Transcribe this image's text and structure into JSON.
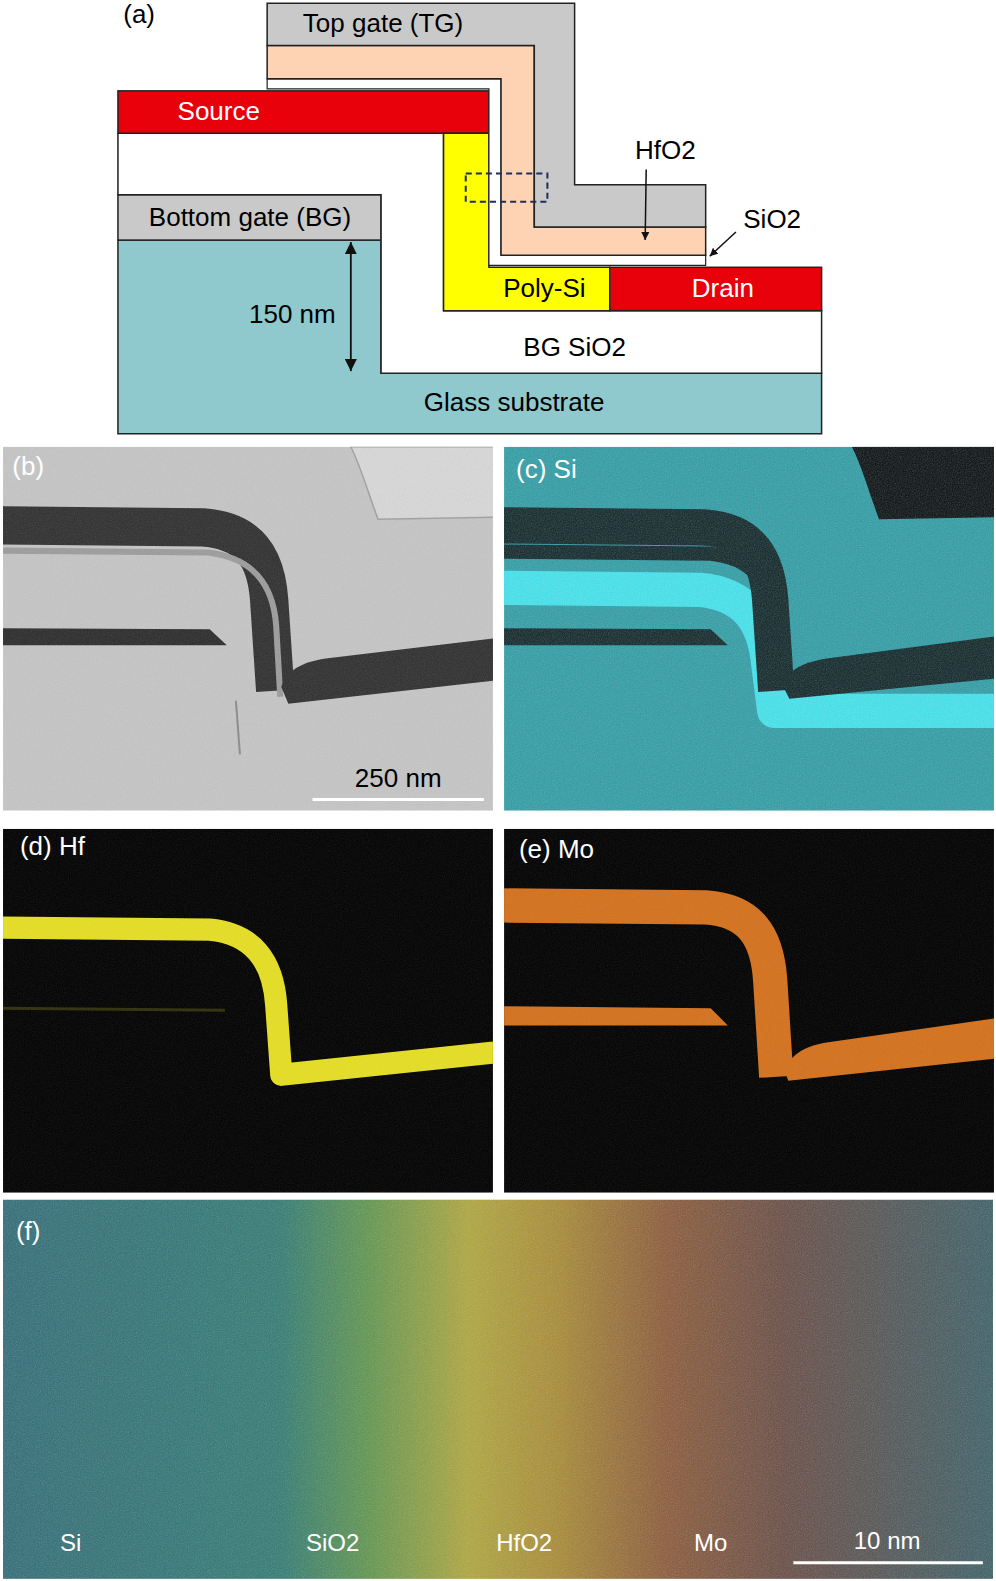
{
  "diagram": {
    "nodes": [
      {
        "text": [
          "Top gate (TG)"
        ]
      },
      {
        "text": [
          "Source"
        ]
      },
      {
        "text": [
          "Bottom gate (BG)"
        ]
      },
      {
        "text": [
          "Poly-Si"
        ]
      },
      {
        "text": [
          "Drain"
        ]
      },
      {
        "text": [
          "BG SiO2"
        ]
      },
      {
        "text": [
          "Glass substrate"
        ]
      }
    ],
    "labels": [
      "(a)",
      "HfO2",
      "SiO2",
      "150 nm",
      "(b)",
      "250 nm",
      "(c) Si",
      "(d) Hf",
      "(e) Mo",
      "(f)",
      "Si",
      "SiO2",
      "HfO2",
      "Mo",
      "10 nm"
    ]
  }
}
